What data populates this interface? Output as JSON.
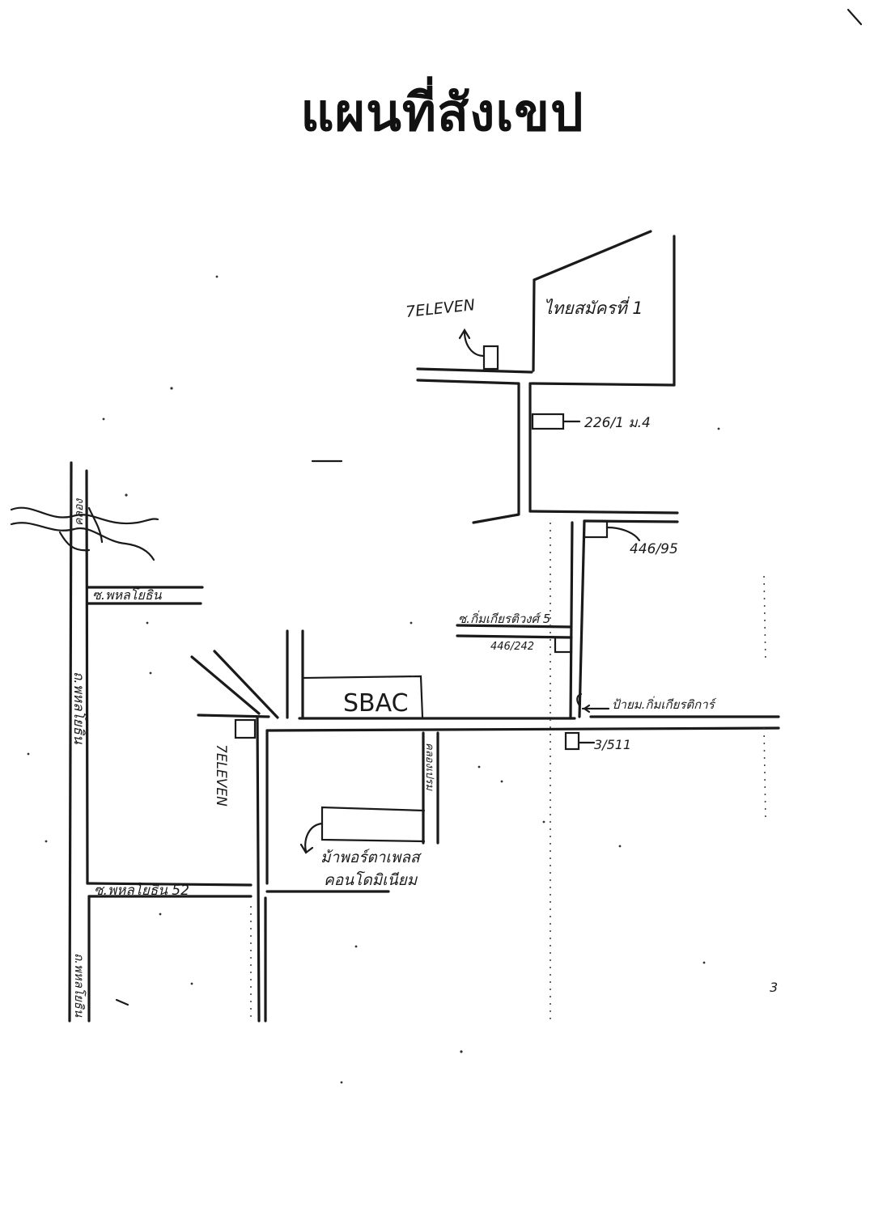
{
  "title": "แผนที่สังเขป",
  "labels": {
    "seven_top": "7ELEVEN",
    "seven_left": "7ELEVEN",
    "thai_sri": "ไทยสมัครที่ 1",
    "house_226": "226/1 ม.4",
    "house_446_95": "446/95",
    "soi_phahon_top": "ซ.พหลโยธิน",
    "soi_phahon_52": "ซ.พหลโยธิน 52",
    "phahon_road": "ถ.พหลโยธิน",
    "khlong": "คลอง",
    "soi_kanchana": "ซ.กิ่มเกียรติวงศ์ 5",
    "house_446_242": "446/242",
    "sbac": "SBAC",
    "village_sign": "ป้ายม.กิ่มเกียรติการ์",
    "house_3_511": "3/511",
    "khlong_vert": "คลองเปรม",
    "park_village": "ม้าพอร์ตาเพลส",
    "condo": "คอนโดมิเนียม",
    "phahon_lower": "ถ.พหลโยธิน",
    "page_marker": "3"
  },
  "colors": {
    "ink": "#1a1a1a",
    "paper": "#ffffff"
  }
}
